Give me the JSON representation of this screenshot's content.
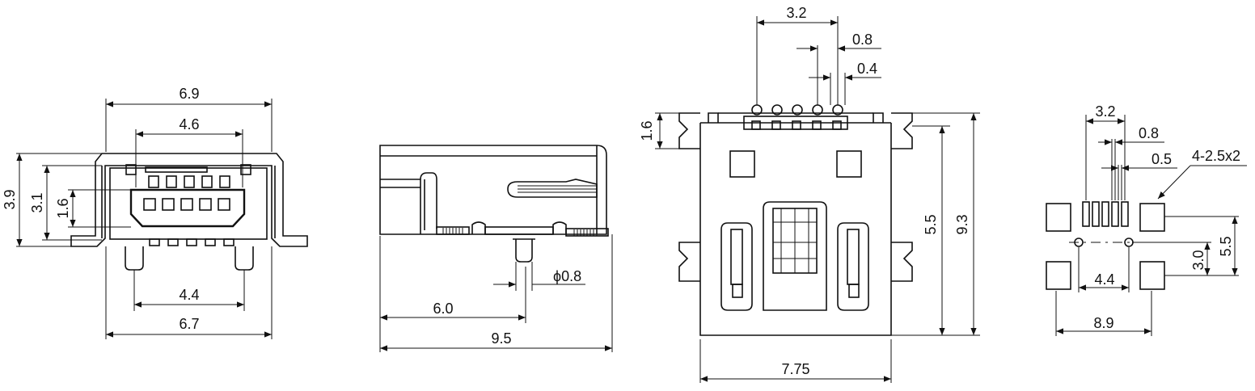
{
  "dimensions": {
    "front_top_width": "6.9",
    "front_inner_width": "4.6",
    "front_height": "3.9",
    "front_body_height": "3.1",
    "front_port_height": "1.6",
    "front_pin_span": "4.4",
    "front_bottom_width": "6.7",
    "side_peg_diameter": "ϕ0.8",
    "side_peg_offset": "6.0",
    "side_length": "9.5",
    "top_pin_span": "3.2",
    "top_pitch": "0.8",
    "top_pin_width": "0.4",
    "top_tab_height": "1.6",
    "top_body_length": "5.5",
    "top_total_length": "9.3",
    "top_width": "7.75",
    "pad_pin_span": "3.2",
    "pad_pitch": "0.8",
    "pad_width": "0.5",
    "pad_size_note": "4-2.5x2",
    "pad_hole_span": "4.4",
    "pad_row_offset": "3.0",
    "pad_vertical_span": "5.5",
    "pad_total_width": "8.9"
  }
}
